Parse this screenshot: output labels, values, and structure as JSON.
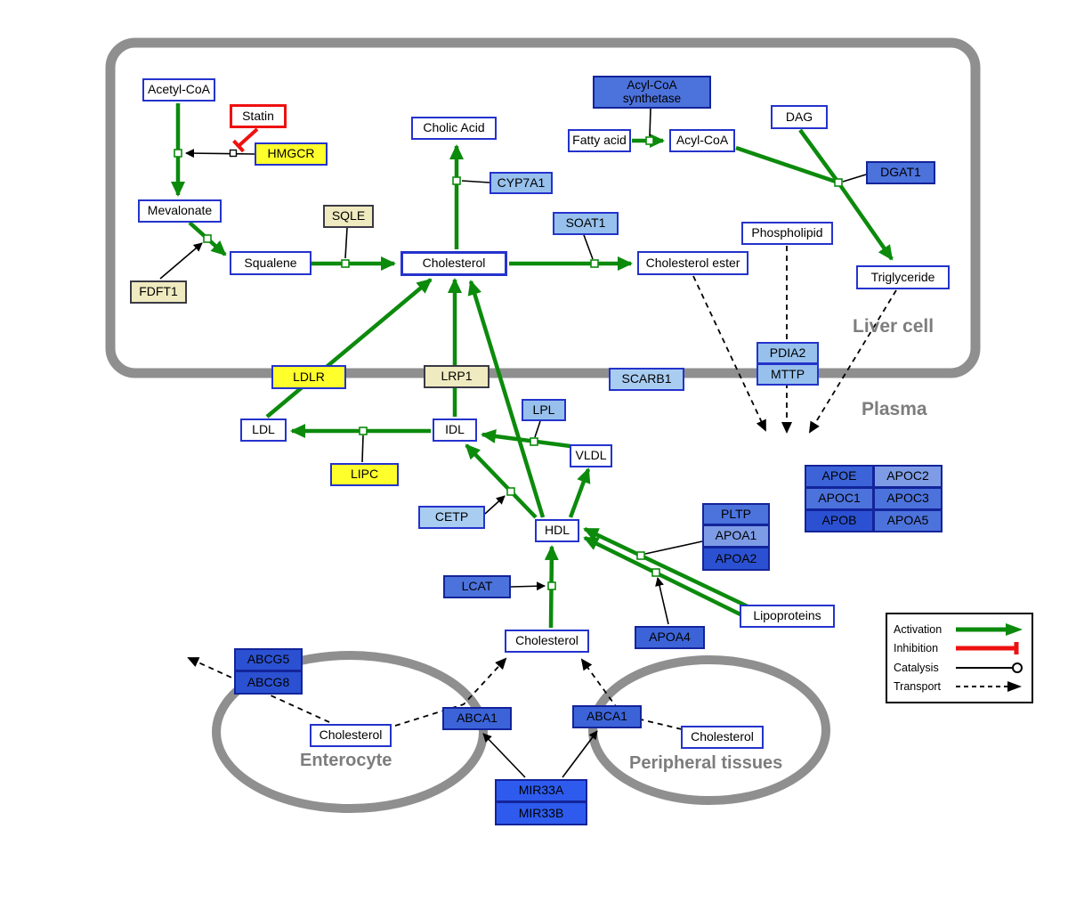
{
  "regions": {
    "liver": "Liver cell",
    "plasma": "Plasma",
    "enterocyte": "Enterocyte",
    "peripheral": "Peripheral tissues"
  },
  "nodes": {
    "acetyl_coa": "Acetyl-CoA",
    "statin": "Statin",
    "hmgcr": "HMGCR",
    "mevalonate": "Mevalonate",
    "sqle": "SQLE",
    "fdft1": "FDFT1",
    "squalene": "Squalene",
    "cholesterol_liver": "Cholesterol",
    "cholic_acid": "Cholic Acid",
    "cyp7a1": "CYP7A1",
    "soat1": "SOAT1",
    "cholesterol_ester": "Cholesterol ester",
    "acyl_coa_synthetase": "Acyl-CoA synthetase",
    "fatty_acid": "Fatty acid",
    "acyl_coa": "Acyl-CoA",
    "dag": "DAG",
    "dgat1": "DGAT1",
    "phospholipid": "Phospholipid",
    "triglyceride": "Triglyceride",
    "ldlr": "LDLR",
    "lrp1": "LRP1",
    "scarb1": "SCARB1",
    "pdia2": "PDIA2",
    "mttp": "MTTP",
    "ldl": "LDL",
    "idl": "IDL",
    "lpl": "LPL",
    "vldl": "VLDL",
    "lipc": "LIPC",
    "cetp": "CETP",
    "hdl": "HDL",
    "pltp": "PLTP",
    "apoa1": "APOA1",
    "apoa2": "APOA2",
    "apoe": "APOE",
    "apoc2": "APOC2",
    "apoc1": "APOC1",
    "apoc3": "APOC3",
    "apob": "APOB",
    "apoa5": "APOA5",
    "lcat": "LCAT",
    "cholesterol_plasma": "Cholesterol",
    "apoa4": "APOA4",
    "lipoproteins": "Lipoproteins",
    "abcg5": "ABCG5",
    "abcg8": "ABCG8",
    "cholesterol_enterocyte": "Cholesterol",
    "abca1_enterocyte": "ABCA1",
    "abca1_peripheral": "ABCA1",
    "cholesterol_peripheral": "Cholesterol",
    "mir33a": "MIR33A",
    "mir33b": "MIR33B"
  },
  "legend": {
    "activation": "Activation",
    "inhibition": "Inhibition",
    "catalysis": "Catalysis",
    "transport": "Transport"
  },
  "colors": {
    "activation_green": "#0c8a0c",
    "inhibition_red": "#ee1111",
    "transport_black": "#000000",
    "membrane_gray": "#8f8f8f",
    "metabolite_border_blue": "#2433cc",
    "enzyme_yellow": "#ffff2b",
    "enzyme_cream": "#efeabf",
    "enzyme_light_blue": "#a9cdf1",
    "enzyme_blue": "#4c72dc",
    "enzyme_dark_blue": "#2b51d2"
  }
}
